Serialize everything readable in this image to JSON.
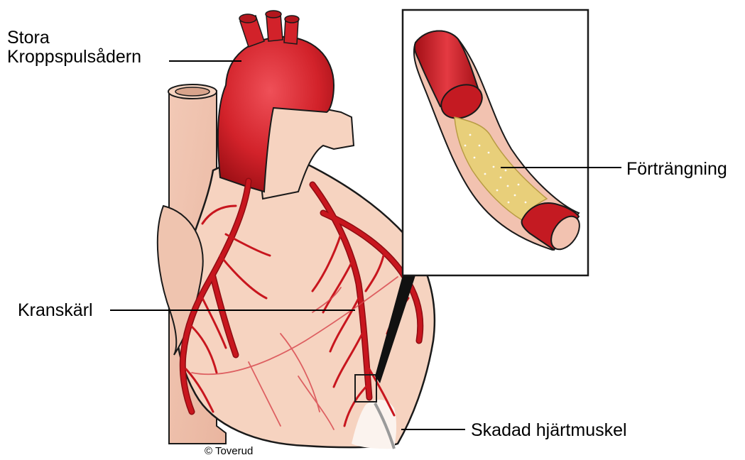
{
  "labels": {
    "aorta_line1": "Stora",
    "aorta_line2": "Kroppspulsådern",
    "stenosis": "Förträngning",
    "coronary": "Kranskärl",
    "damaged_muscle": "Skadad hjärtmuskel",
    "copyright": "© Toverud"
  },
  "colors": {
    "artery_red": "#c8161e",
    "artery_highlight": "#e8424a",
    "artery_dark": "#8e0c12",
    "heart_skin": "#f6d3c0",
    "heart_shadow": "#e6b8a2",
    "plaque_yellow": "#e8cf7a",
    "damage_white": "#fbf3ee",
    "outline": "#1a1a1a"
  }
}
